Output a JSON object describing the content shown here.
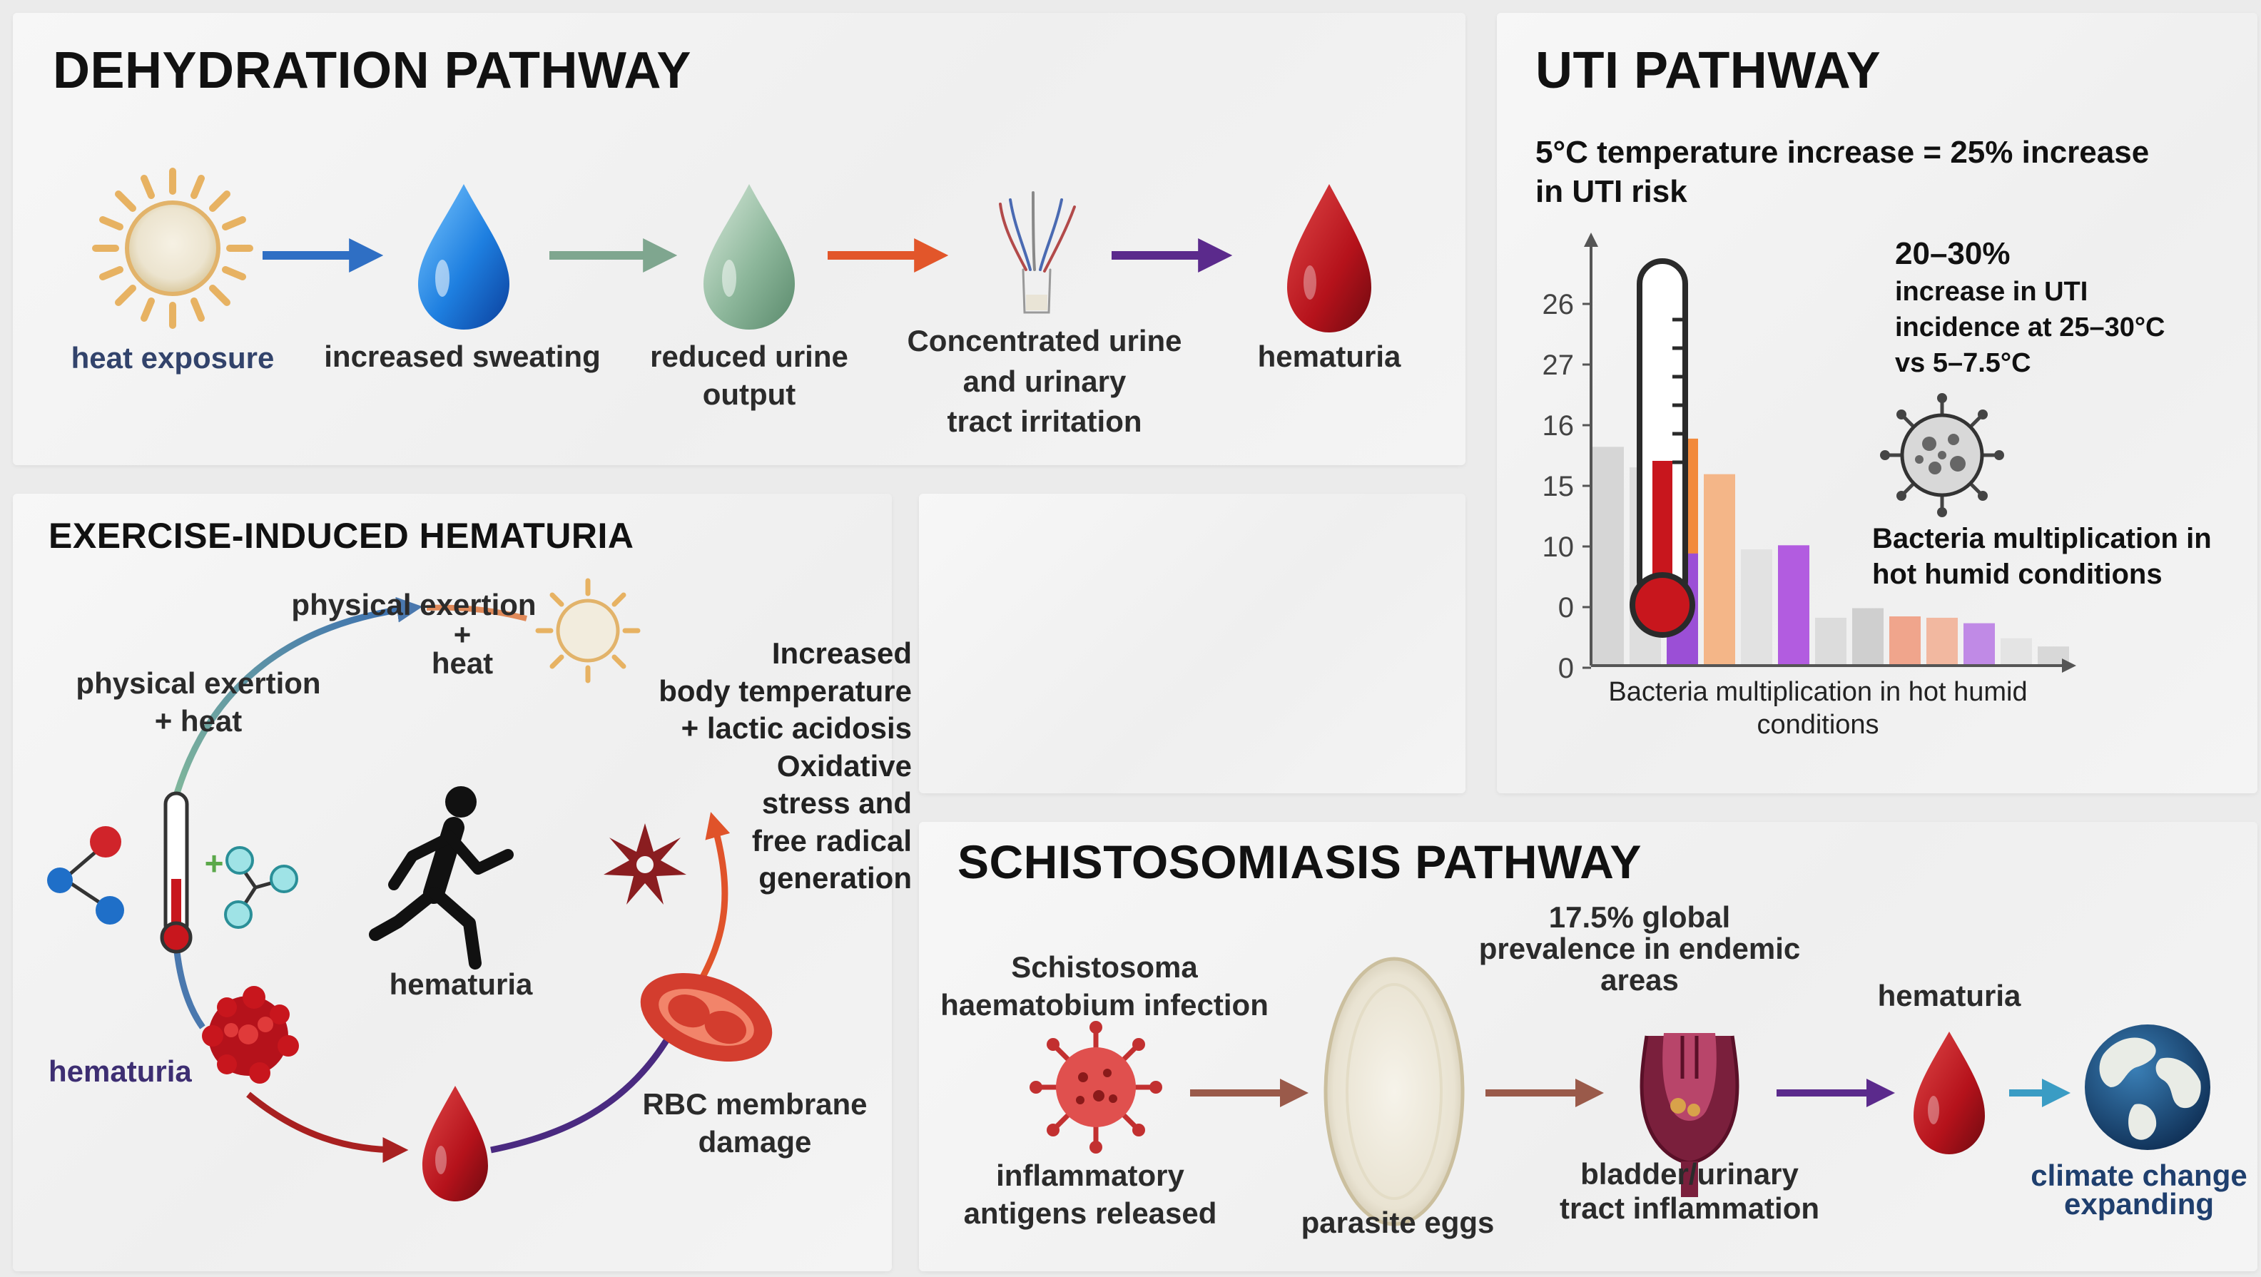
{
  "dehydration": {
    "title": "DEHYDRATION PATHWAY",
    "steps": [
      {
        "label": "heat exposure",
        "icon": "sun-icon"
      },
      {
        "label": "increased sweating",
        "icon": "blue-drop-icon"
      },
      {
        "label": "reduced urine\noutput",
        "icon": "green-drop-icon"
      },
      {
        "label": "Concentrated urine\nand urinary\ntract irritation",
        "icon": "urinary-tract-icon"
      },
      {
        "label": "hematuria",
        "icon": "blood-drop-icon"
      }
    ],
    "arrow_colors": [
      "#2f6fc4",
      "#7fa68f",
      "#e2562a",
      "#5b2a8c"
    ]
  },
  "uti": {
    "title": "UTI PATHWAY",
    "headline": "5°C temperature increase = 25% increase\nin UTI risk",
    "stat_value": "20–30%",
    "stat_text": "increase in UTI\nincidence at 25–30°C\nvs 5–7.5°C",
    "bacteria_caption": "Bacteria multiplication in\nhot humid conditions",
    "chart_data": {
      "type": "bar",
      "y_tick_labels": [
        "26",
        "27",
        "16",
        "15",
        "10",
        "0",
        "0"
      ],
      "xlabel": "Bacteria multiplication in hot humid\nconditions",
      "ylim": [
        0,
        30
      ],
      "bars": [
        {
          "value": 16.0,
          "color": "#d6d6d6"
        },
        {
          "value": 14.5,
          "color": "#dedede"
        },
        {
          "value": 16.6,
          "color": "#f28a3c"
        },
        {
          "value": 14.0,
          "color": "#f4b688"
        },
        {
          "value": 8.5,
          "color": "#e2e2e2"
        },
        {
          "value": 8.8,
          "color": "#b25ce0"
        },
        {
          "value": 3.5,
          "color": "#dcdcdc"
        },
        {
          "value": 4.2,
          "color": "#cfcfcf"
        },
        {
          "value": 3.6,
          "color": "#f0a58c"
        },
        {
          "value": 3.5,
          "color": "#f2b8a0"
        },
        {
          "value": 3.1,
          "color": "#c08ae6"
        },
        {
          "value": 2.0,
          "color": "#e4e4e4"
        },
        {
          "value": 1.4,
          "color": "#d8d8d8"
        }
      ],
      "overlay": [
        {
          "index": 2,
          "value": 8.2,
          "color": "#9b4fd6"
        }
      ],
      "colors": {
        "axis": "#555555",
        "tick_text": "#444444"
      }
    }
  },
  "exercise": {
    "title": "EXERCISE-INDUCED HEMATURIA",
    "labels": {
      "exertion_top": "physical exertion",
      "plus_heat_top": "+\nheat",
      "exertion_left": "physical exertion\n+ heat",
      "body_temp": "Increased\nbody temperature\n+ lactic acidosis\nOxidative\nstress and\nfree radical\ngeneration",
      "center": "hematuria",
      "left_hematuria": "hematuria",
      "rbc": "RBC membrane\ndamage",
      "plus": "+"
    }
  },
  "schisto": {
    "title": "SCHISTOSOMIASIS PATHWAY",
    "labels": {
      "infection": "Schistosoma\nhaematobium infection",
      "antigens": "inflammatory\nantigens released",
      "eggs": "parasite eggs",
      "prevalence": "17.5% global\nprevalence in endemic\nareas",
      "bladder": "bladder/urinary\ntract inflammation",
      "hematuria": "hematuria",
      "climate": "climate change\nexpanding"
    },
    "arrow_colors": [
      "#9a5a4a",
      "#9a5a4a",
      "#5b2a8c",
      "#3a9cc4"
    ]
  }
}
